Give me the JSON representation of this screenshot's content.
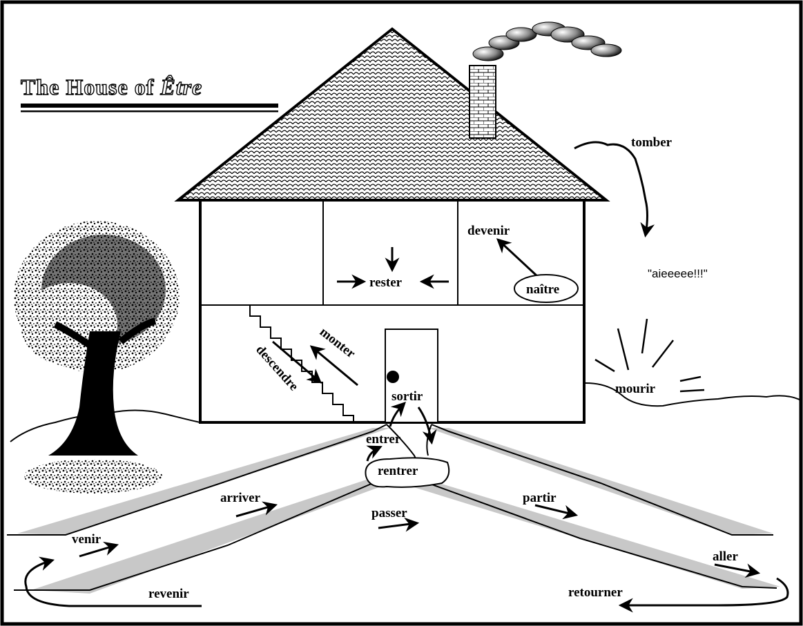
{
  "title": {
    "prefix": "The House of ",
    "emph": "Être"
  },
  "verbs": {
    "tomber": "tomber",
    "aieeeee": "\"aieeeee!!!\"",
    "mourir": "mourir",
    "devenir": "devenir",
    "naitre": "naître",
    "rester": "rester",
    "monter": "monter",
    "descendre": "descendre",
    "sortir": "sortir",
    "entrer": "entrer",
    "rentrer": "rentrer",
    "passer": "passer",
    "arriver": "arriver",
    "partir": "partir",
    "venir": "venir",
    "revenir": "revenir",
    "aller": "aller",
    "retourner": "retourner"
  },
  "colors": {
    "ink": "#000000",
    "road": "#c8c8c8",
    "paper": "#ffffff"
  },
  "icons": [
    "house-icon",
    "tree-icon",
    "chimney-smoke-icon",
    "stairs-icon",
    "door-icon"
  ]
}
